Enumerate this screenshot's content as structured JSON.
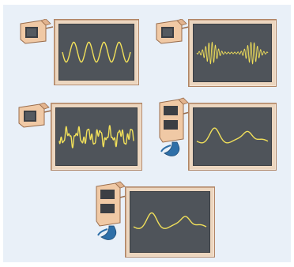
{
  "colors": {
    "background": "#e9f0f8",
    "frame": "#ecd6bf",
    "board": "#4f545a",
    "trace": "#f1e05a",
    "device": "#f0c9a5",
    "source_accent": "#2e6fa8"
  },
  "panels": [
    {
      "id": "continuous-wave",
      "source_icon": "radio-speaker-icon",
      "waveform": "sine"
    },
    {
      "id": "wave-packets",
      "source_icon": "radio-speaker-icon",
      "waveform": "packet"
    },
    {
      "id": "noisy-wave",
      "source_icon": "radio-speaker-icon",
      "waveform": "noisy"
    },
    {
      "id": "breathing-pattern",
      "source_icon": "organ-pipe-lungs-icon",
      "waveform": "bumps"
    },
    {
      "id": "breathing-pattern-2",
      "source_icon": "organ-pipe-lungs-icon",
      "waveform": "bumps"
    }
  ]
}
